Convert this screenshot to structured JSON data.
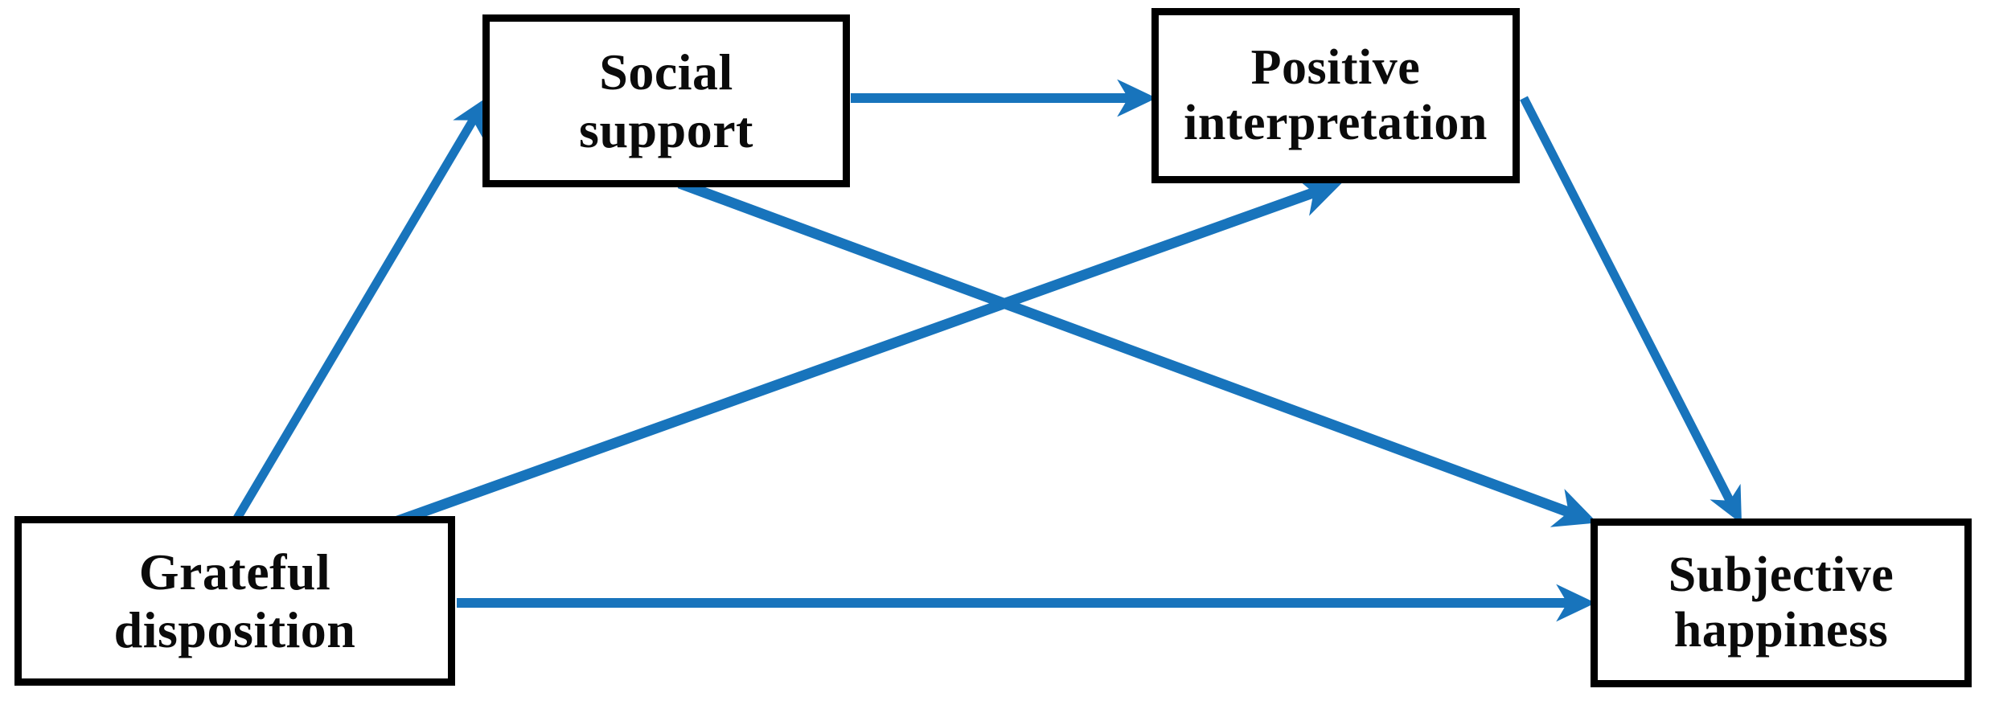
{
  "diagram": {
    "type": "path-model",
    "title": "",
    "accent_color": "#1874BC",
    "border_color": "#000000",
    "background_color": "#FFFFFF",
    "text_color": "#0B0B0B",
    "nodes": [
      {
        "id": "social-support",
        "label": "Social\nsupport",
        "line1": "Social",
        "line2": "support"
      },
      {
        "id": "positive-interpretation",
        "label": "Positive\ninterpretation",
        "line1": "Positive",
        "line2": "interpretation"
      },
      {
        "id": "grateful-disposition",
        "label": "Grateful\ndisposition",
        "line1": "Grateful",
        "line2": "disposition"
      },
      {
        "id": "subjective-happiness",
        "label": "Subjective\nhappiness",
        "line1": "Subjective",
        "line2": "happiness"
      }
    ],
    "edges": [
      {
        "id": "grateful-to-social",
        "from": "grateful-disposition",
        "to": "social-support",
        "label": ""
      },
      {
        "id": "social-to-positive",
        "from": "social-support",
        "to": "positive-interpretation",
        "label": ""
      },
      {
        "id": "grateful-to-positive",
        "from": "grateful-disposition",
        "to": "positive-interpretation",
        "label": ""
      },
      {
        "id": "social-to-subjective",
        "from": "social-support",
        "to": "subjective-happiness",
        "label": ""
      },
      {
        "id": "positive-to-subjective",
        "from": "positive-interpretation",
        "to": "subjective-happiness",
        "label": ""
      },
      {
        "id": "grateful-to-subjective",
        "from": "grateful-disposition",
        "to": "subjective-happiness",
        "label": ""
      }
    ]
  }
}
